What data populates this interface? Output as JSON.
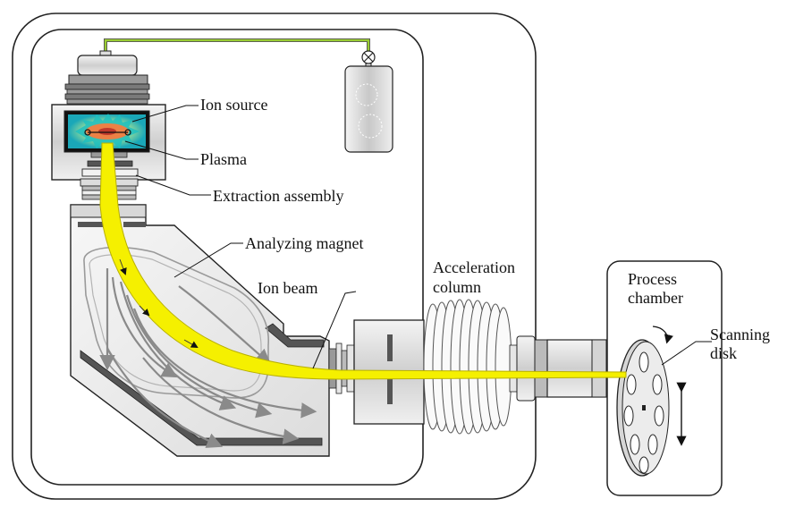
{
  "labels": {
    "ion_source": "Ion source",
    "plasma": "Plasma",
    "extraction_assembly": "Extraction assembly",
    "analyzing_magnet": "Analyzing magnet",
    "ion_beam": "Ion beam",
    "acceleration_line1": "Acceleration",
    "acceleration_line2": "column",
    "process_line1": "Process",
    "process_line2": "chamber",
    "scanning_line1": "Scanning",
    "scanning_line2": "disk"
  },
  "colors": {
    "beam": "#f5f000",
    "beam_edge": "#c8c000",
    "gas_line": "#9acd32",
    "metal_light": "#e6e6e6",
    "metal_mid": "#c8c8c8",
    "metal_dark": "#555555",
    "plasma_core": "#ff6a3a",
    "plasma_outer": "#1fbfbf"
  }
}
